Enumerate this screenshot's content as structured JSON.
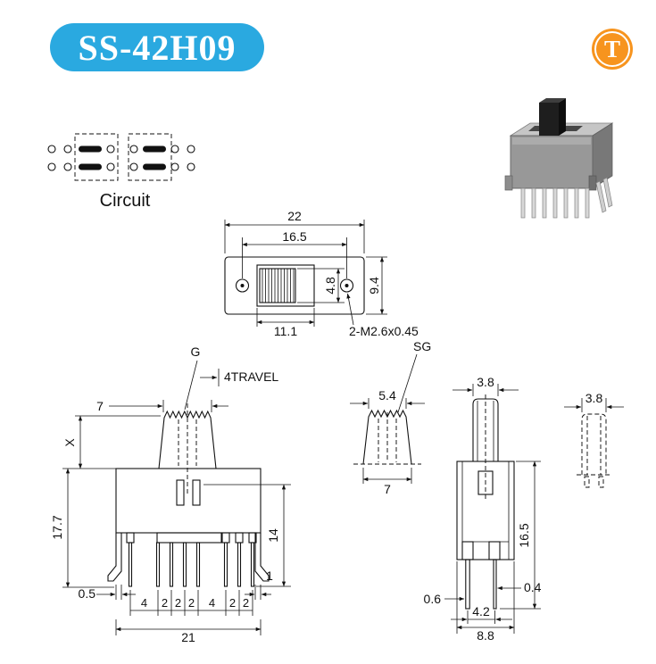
{
  "header": {
    "model_badge": "SS-42H09",
    "logo_letter": "T",
    "badge_bg": "#2AA9E0",
    "logo_color": "#F7941E"
  },
  "circuit": {
    "label": "Circuit"
  },
  "top_view": {
    "dim_width_outer": "22",
    "dim_hole_spacing": "16.5",
    "dim_slot_width": "11.1",
    "dim_knob_height": "4.8",
    "dim_body_height": "9.4",
    "thread_note": "2-M2.6x0.45"
  },
  "front_view": {
    "label_g": "G",
    "label_travel": "4TRAVEL",
    "dim_knob_top_width": "7",
    "label_x": "X",
    "dim_body_to_pin_tip": "17.7",
    "dim_inner_to_pin_tip": "14",
    "dim_bracket_thickness": "0.5",
    "dim_pin_thickness": "1",
    "pitch_chain": [
      "4",
      "2",
      "2",
      "2",
      "4",
      "2",
      "2"
    ],
    "dim_total_width": "21"
  },
  "sg_view": {
    "label": "SG",
    "dim_top_width": "5.4",
    "dim_base_width": "7"
  },
  "side_view": {
    "dim_knob_width": "3.8",
    "dim_height": "16.5",
    "dim_pin_left": "0.6",
    "dim_pin_right": "0.4",
    "dim_pin_spacing": "4.2",
    "dim_body_width": "8.8"
  },
  "ghost_view": {
    "dim_width": "3.8"
  }
}
